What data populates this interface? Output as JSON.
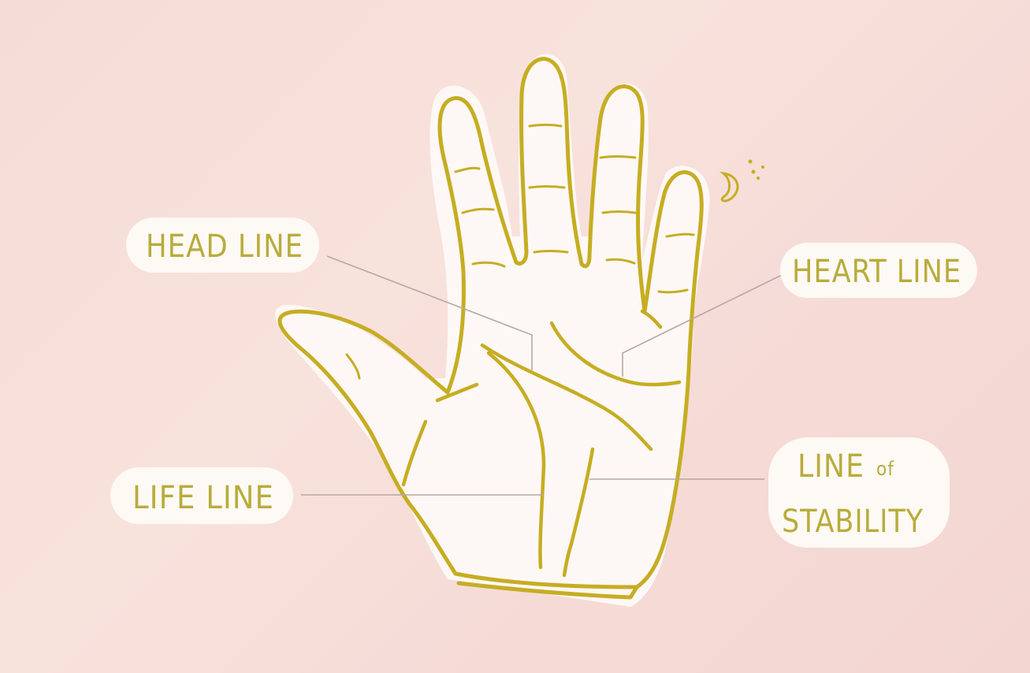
{
  "labels": {
    "head_line": "HEAD LINE",
    "heart_line": "HEART LINE",
    "life_line": "LIFE LINE",
    "stability_line_1": "LINE",
    "stability_line_of": "of",
    "stability_line_2": "STABILITY"
  },
  "decor": {
    "moon_and_stars": "moon-stars-icon"
  },
  "colors": {
    "background": "#f6dcd6",
    "hand_outline": "#c6ad22",
    "label_text": "#b8ac3c",
    "leader_line": "#b8a7a4",
    "label_background": "#fdf9f4"
  }
}
